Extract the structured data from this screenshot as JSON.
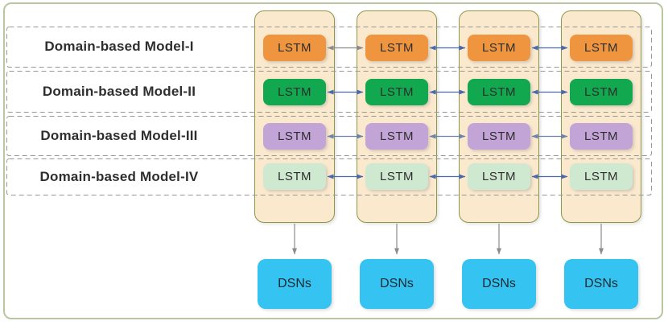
{
  "diagram": {
    "rows": [
      {
        "label": "Domain-based Model-I",
        "box_color": "#f0953f",
        "cells": [
          "LSTM",
          "LSTM",
          "LSTM",
          "LSTM"
        ]
      },
      {
        "label": "Domain-based Model-II",
        "box_color": "#12a84f",
        "cells": [
          "LSTM",
          "LSTM",
          "LSTM",
          "LSTM"
        ]
      },
      {
        "label": "Domain-based Model-III",
        "box_color": "#c3a4d7",
        "cells": [
          "LSTM",
          "LSTM",
          "LSTM",
          "LSTM"
        ]
      },
      {
        "label": "Domain-based Model-IV",
        "box_color": "#cfe9d0",
        "cells": [
          "LSTM",
          "LSTM",
          "LSTM",
          "LSTM"
        ]
      }
    ],
    "outputs": [
      "DSNs",
      "DSNs",
      "DSNs",
      "DSNs"
    ],
    "colors": {
      "column_fill": "#fbe9ce",
      "column_border": "#8d9748",
      "output_fill": "#35c4f1",
      "outer_border": "#b7c7a2",
      "arrow_blue": "#4a69ad",
      "arrow_gray": "#8c8c8c",
      "arrow_slate": "#6d83ab",
      "band_dash": "#979797",
      "label_color": "#2e2e2e"
    }
  }
}
